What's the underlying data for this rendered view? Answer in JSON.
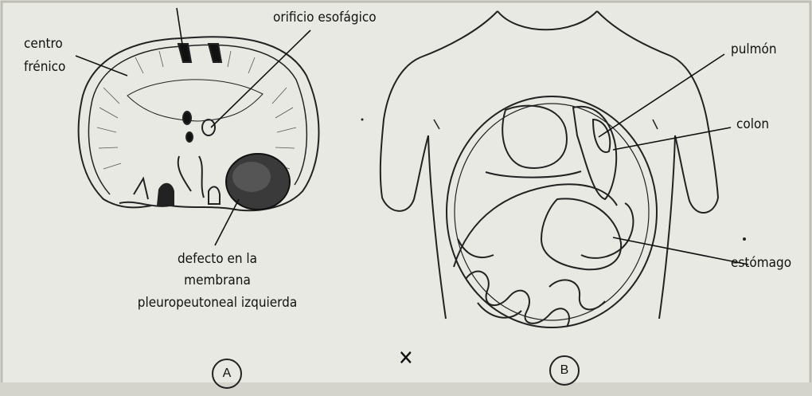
{
  "labels": {
    "centro_frenico_1": "centro",
    "centro_frenico_2": "frénico",
    "orificio_esofagico": "orificio esofágico",
    "defecto_1": "defecto en la",
    "defecto_2": "membrana",
    "defecto_3": "pleuropeutoneal izquierda",
    "pulmon": "pulmón",
    "colon": "colon",
    "estomago": "estómago"
  },
  "panels": {
    "a": "A",
    "b": "B"
  },
  "mark": "✕",
  "colors": {
    "paper": "#e9e9e3",
    "ink": "#222222",
    "defect": "#3a3a3a"
  }
}
